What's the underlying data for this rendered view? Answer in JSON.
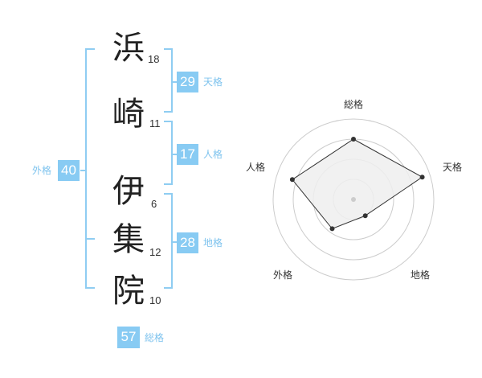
{
  "characters": [
    {
      "char": "浜",
      "strokes": "18"
    },
    {
      "char": "崎",
      "strokes": "11"
    },
    {
      "char": "伊",
      "strokes": "6"
    },
    {
      "char": "集",
      "strokes": "12"
    },
    {
      "char": "院",
      "strokes": "10"
    }
  ],
  "fortunes": {
    "tenkaku": {
      "value": "29",
      "label": "天格"
    },
    "jinkaku": {
      "value": "17",
      "label": "人格"
    },
    "chikaku": {
      "value": "28",
      "label": "地格"
    },
    "gaikaku": {
      "value": "40",
      "label": "外格"
    },
    "soukaku": {
      "value": "57",
      "label": "総格"
    }
  },
  "radar": {
    "labels": {
      "top": "総格",
      "right": "天格",
      "bottom_right": "地格",
      "bottom_left": "外格",
      "left": "人格"
    },
    "scores": {
      "soukaku": 0.75,
      "tenkaku": 0.9,
      "chikaku": 0.25,
      "gaikaku": 0.45,
      "jinkaku": 0.8
    },
    "ring_count": 4,
    "fill_color": "#eeeeee",
    "line_color": "#333333",
    "ring_color": "#cccccc"
  },
  "colors": {
    "accent": "#88cbf3",
    "bracket": "#8fcdf2"
  }
}
